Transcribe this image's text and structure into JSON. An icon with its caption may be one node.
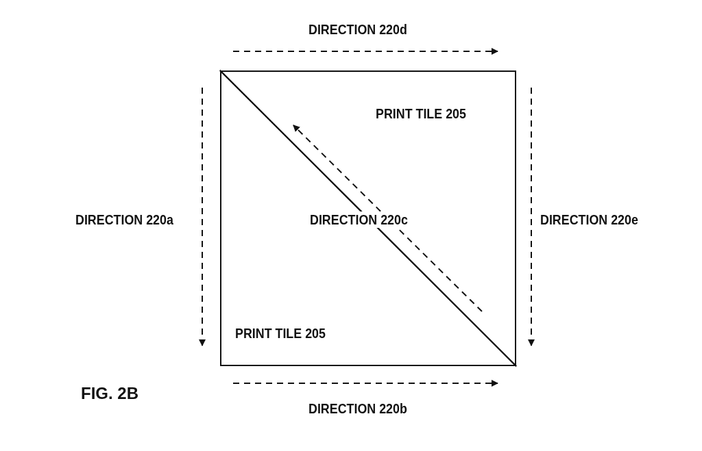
{
  "diagram": {
    "caption": "FIG. 2B",
    "nodes": [
      {
        "text": [
          "PRINT TILE 205"
        ]
      },
      {
        "text": [
          "PRINT TILE 205"
        ]
      }
    ],
    "labels": [
      "DIRECTION 220d",
      "DIRECTION 220a",
      "DIRECTION 220c",
      "DIRECTION 220e",
      "DIRECTION 220b"
    ]
  }
}
